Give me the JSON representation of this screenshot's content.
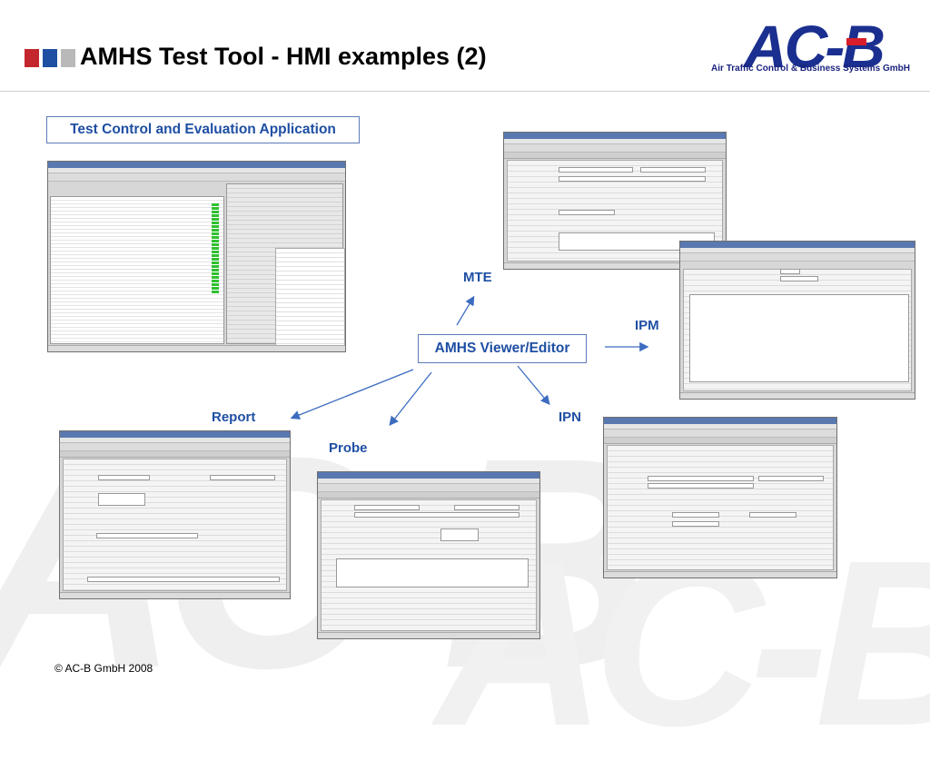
{
  "header": {
    "title": "AMHS Test Tool - HMI examples (2)",
    "logo_text": "AC-B",
    "logo_subtitle": "Air Traffic Control & Business Systems GmbH",
    "accent_colors": [
      "#c4262e",
      "#1f4fa3",
      "#b9b9b9"
    ]
  },
  "section": {
    "label": "Test Control and Evaluation Application"
  },
  "center": {
    "label": "AMHS Viewer/Editor"
  },
  "apps": {
    "mte": "MTE",
    "ipm": "IPM",
    "report": "Report",
    "probe": "Probe",
    "ipn": "IPN"
  },
  "footer": {
    "copyright": "© AC-B GmbH 2008"
  },
  "colors": {
    "brand_blue": "#1f4fa3",
    "arrow": "#3d6cc0"
  }
}
